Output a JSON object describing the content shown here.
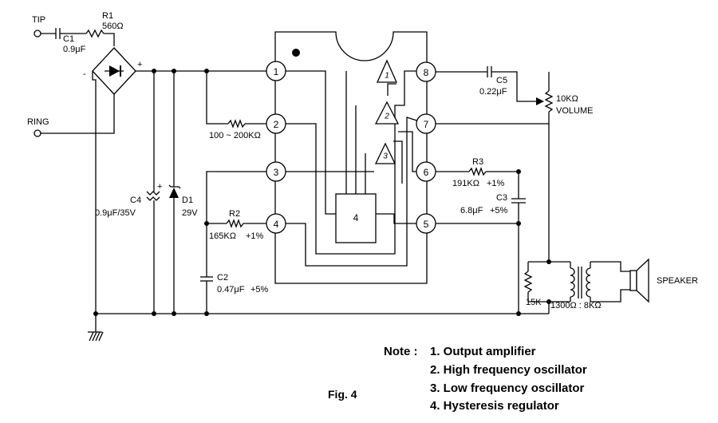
{
  "terminals": {
    "tip": "TIP",
    "ring": "RING",
    "speaker": "SPEAKER"
  },
  "components": {
    "r1": {
      "ref": "R1",
      "value": "560Ω"
    },
    "c1": {
      "ref": "C1",
      "value": "0.9μF"
    },
    "r_bias": {
      "value": "100 ~ 200KΩ"
    },
    "c4": {
      "ref": "C4",
      "value": "0.9μF/35V"
    },
    "d1": {
      "ref": "D1",
      "value": "29V"
    },
    "r2": {
      "ref": "R2",
      "value": "165KΩ",
      "tol": "+1%"
    },
    "c2": {
      "ref": "C2",
      "value": "0.47μF",
      "tol": "+5%"
    },
    "c5": {
      "ref": "C5",
      "value": "0.22μF"
    },
    "volume": {
      "value": "10KΩ",
      "label": "VOLUME"
    },
    "r3": {
      "ref": "R3",
      "value": "191KΩ",
      "tol": "+1%"
    },
    "c3": {
      "ref": "C3",
      "value": "6.8μF",
      "tol": "+5%"
    },
    "r15k": {
      "value": "15K"
    },
    "transformer": {
      "value": "1300Ω : 8KΩ"
    }
  },
  "diode_bridge": {
    "plus": "+",
    "minus": "-"
  },
  "c4_plus": "+",
  "ic": {
    "pins": [
      "1",
      "2",
      "3",
      "4",
      "5",
      "6",
      "7",
      "8"
    ],
    "blocks": {
      "amp1": "1",
      "amp2": "2",
      "amp3": "3",
      "reg4": "4"
    }
  },
  "notes": {
    "heading": "Note :",
    "items": [
      "1. Output amplifier",
      "2. High frequency oscillator",
      "3. Low frequency oscillator",
      "4. Hysteresis regulator"
    ]
  },
  "figure_label": "Fig. 4"
}
